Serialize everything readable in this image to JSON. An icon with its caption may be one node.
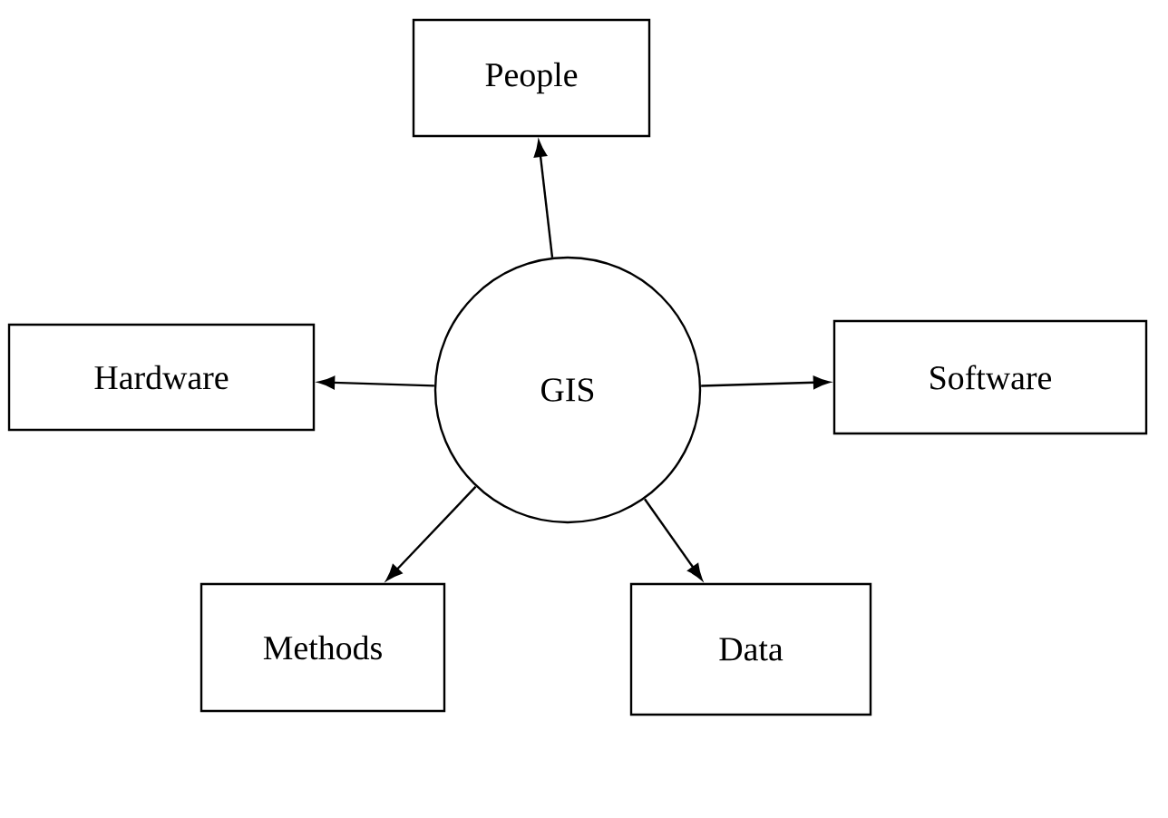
{
  "diagram": {
    "nodes": [
      {
        "text": [
          "GIS"
        ]
      },
      {
        "text": [
          "People"
        ]
      },
      {
        "text": [
          "Hardware"
        ]
      },
      {
        "text": [
          "Software"
        ]
      },
      {
        "text": [
          "Methods"
        ]
      },
      {
        "text": [
          "Data"
        ]
      }
    ],
    "edges": [
      {
        "from": 0,
        "to": 1,
        "arrow": "to"
      },
      {
        "from": 0,
        "to": 2,
        "arrow": "to"
      },
      {
        "from": 0,
        "to": 3,
        "arrow": "to"
      },
      {
        "from": 0,
        "to": 4,
        "arrow": "to"
      },
      {
        "from": 0,
        "to": 5,
        "arrow": "to"
      }
    ]
  }
}
